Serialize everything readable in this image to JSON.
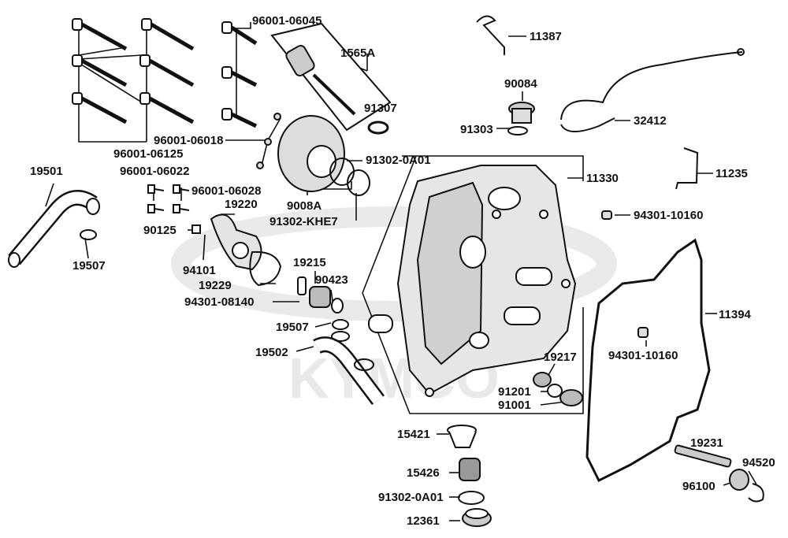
{
  "watermark": "KYMCO",
  "labels": {
    "p96001_06045": "96001-06045",
    "p1565A": "1565A",
    "p91307": "91307",
    "p96001_06125": "96001-06125",
    "p96001_06018": "96001-06018",
    "p91302_0A01_top": "91302-0A01",
    "p9008A": "9008A",
    "p91302_KHE7": "91302-KHE7",
    "p96001_06022": "96001-06022",
    "p96001_06028": "96001-06028",
    "p19501": "19501",
    "p19220": "19220",
    "p90125": "90125",
    "p19507_left": "19507",
    "p94101": "94101",
    "p19215": "19215",
    "p19229": "19229",
    "p90423": "90423",
    "p94301_08140": "94301-08140",
    "p19507_mid": "19507",
    "p19502": "19502",
    "p11387": "11387",
    "p90084": "90084",
    "p91303": "91303",
    "p32412": "32412",
    "p11330": "11330",
    "p11235": "11235",
    "p94301_10160_top": "94301-10160",
    "p11394": "11394",
    "p94301_10160_mid": "94301-10160",
    "p19217": "19217",
    "p91201": "91201",
    "p91001": "91001",
    "p15421": "15421",
    "p15426": "15426",
    "p91302_0A01_bottom": "91302-0A01",
    "p12361": "12361",
    "p19231": "19231",
    "p94520": "94520",
    "p96100": "96100"
  }
}
